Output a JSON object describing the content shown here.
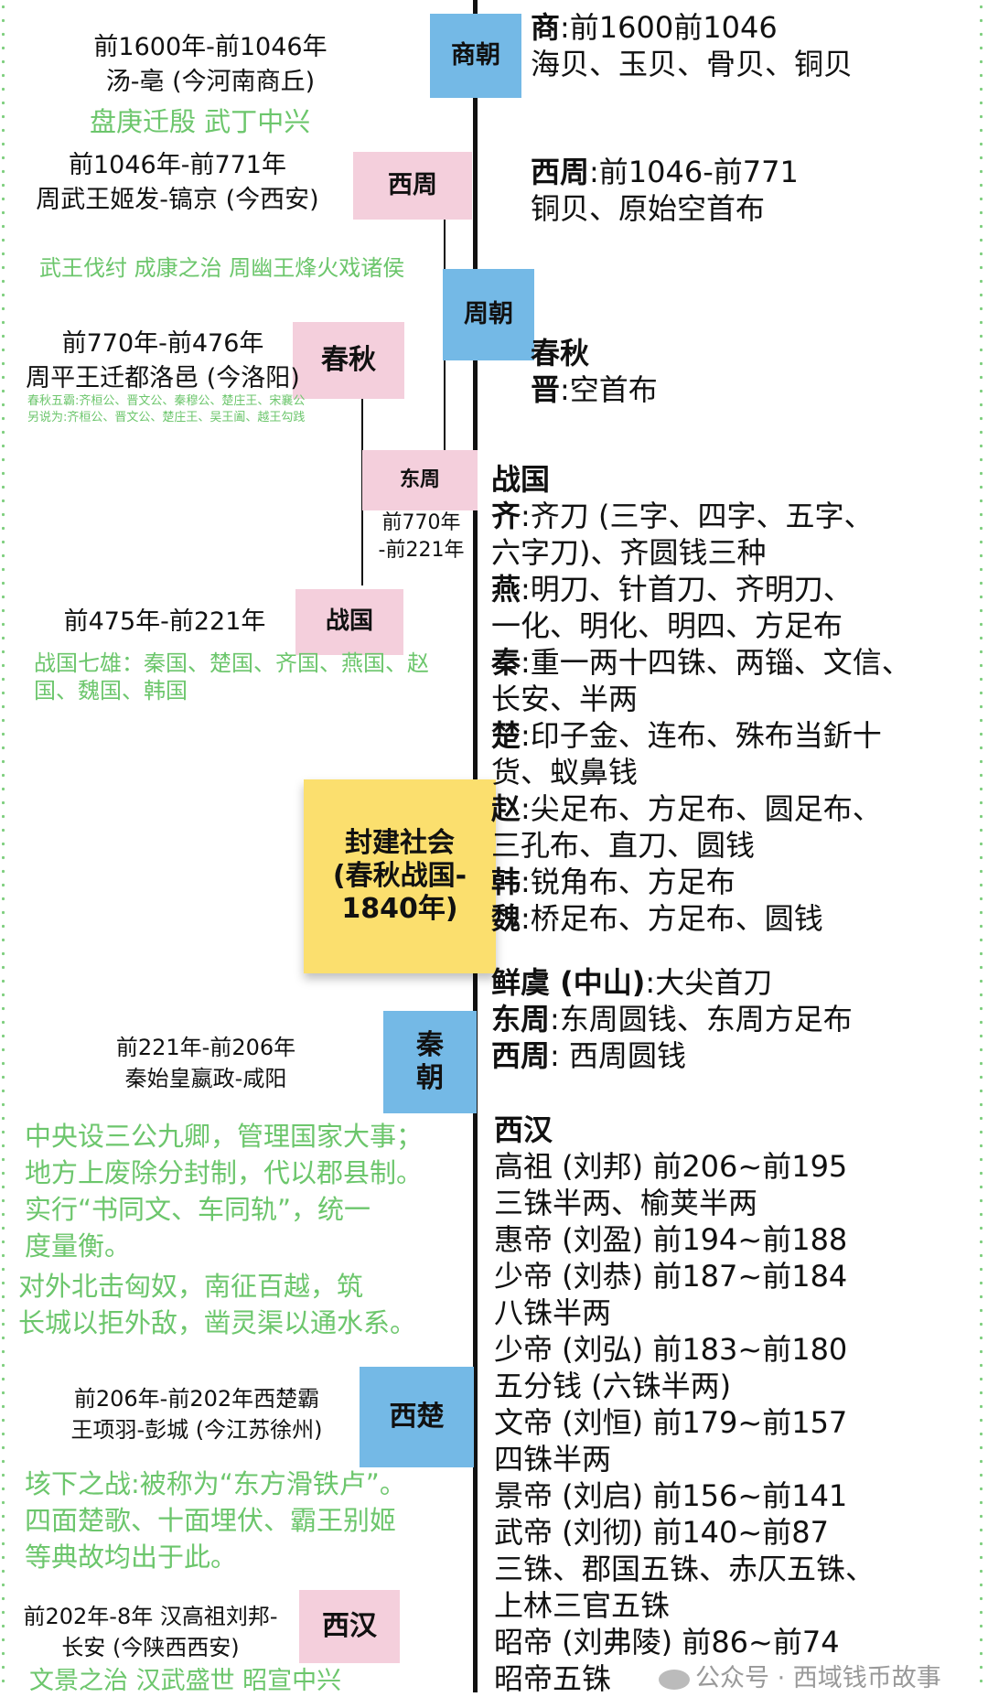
{
  "boxes": {
    "shang": "商朝",
    "xizhou": "西周",
    "zhou": "周朝",
    "chunqiu": "春秋",
    "dongzhou": "东周",
    "zhanguo": "战国",
    "feudal": [
      "封建社会",
      "(春秋战国-",
      "1840年)"
    ],
    "qin": [
      "秦",
      "朝"
    ],
    "xichu": "西楚",
    "xihan": "西汉"
  },
  "left": {
    "shang": [
      "前1600年-前1046年",
      "汤-亳 (今河南商丘)"
    ],
    "shang_green": "盘庚迁殷 武丁中兴",
    "xizhou": [
      "前1046年-前771年",
      "周武王姬发-镐京 (今西安)"
    ],
    "xizhou_green": "武王伐纣 成康之治 周幽王烽火戏诸侯",
    "chunqiu": [
      "前770年-前476年",
      "周平王迁都洛邑 (今洛阳)"
    ],
    "chunqiu_small": [
      "春秋五霸:齐桓公、晋文公、秦穆公、楚庄王、宋襄公",
      "另说为:齐桓公、晋文公、楚庄王、吴王阖、越王勾践"
    ],
    "dongzhou_date": [
      "前770年",
      "-前221年"
    ],
    "zhanguo": "前475年-前221年",
    "zhanguo_green": [
      "战国七雄：秦国、楚国、齐国、燕国、赵",
      "国、魏国、韩国"
    ],
    "qin": [
      "前221年-前206年",
      "秦始皇嬴政-咸阳"
    ],
    "qin_green": [
      "中央设三公九卿，管理国家大事；",
      "地方上废除分封制，代以郡县制。",
      "实行“书同文、车同轨”，统一",
      "度量衡。"
    ],
    "qin_green2": [
      "对外北击匈奴，南征百越，筑",
      "长城以拒外敌，凿灵渠以通水系。"
    ],
    "xichu": [
      "前206年-前202年西楚霸",
      "王项羽-彭城 (今江苏徐州)"
    ],
    "xichu_green": [
      "垓下之战:被称为“东方滑铁卢”。",
      "四面楚歌、十面埋伏、霸王别姬",
      "等典故均出于此。"
    ],
    "xihan": [
      "前202年-8年 汉高祖刘邦-",
      "长安 (今陕西西安)"
    ],
    "xihan_green": "文景之治 汉武盛世 昭宣中兴"
  },
  "right": {
    "shang": [
      [
        "商",
        ":前1600前1046"
      ],
      [
        "",
        "海贝、玉贝、骨贝、铜贝"
      ]
    ],
    "xizhou": [
      [
        "西周",
        ":前1046-前771"
      ],
      [
        "",
        "铜贝、原始空首布"
      ]
    ],
    "chunqiu": [
      [
        "春秋",
        ""
      ],
      [
        "晋",
        ":空首布"
      ]
    ],
    "zhanguo": [
      [
        "战国",
        ""
      ],
      [
        "齐",
        ":齐刀 (三字、四字、五字、"
      ],
      [
        "",
        "六字刀)、齐圆钱三种"
      ],
      [
        "燕",
        ":明刀、针首刀、齐明刀、"
      ],
      [
        "",
        "一化、明化、明四、方足布"
      ],
      [
        "秦",
        ":重一两十四铢、两锱、文信、"
      ],
      [
        "",
        "长安、半两"
      ],
      [
        "楚",
        ":印子金、连布、殊布当釿十"
      ],
      [
        "",
        "货、蚁鼻钱"
      ],
      [
        "赵",
        ":尖足布、方足布、圆足布、"
      ],
      [
        "",
        "三孔布、直刀、圆钱"
      ],
      [
        "韩",
        ":锐角布、方足布"
      ],
      [
        "魏",
        ":桥足布、方足布、圆钱"
      ]
    ],
    "zhanguo2": [
      [
        "鲜虞 (中山)",
        ":大尖首刀"
      ],
      [
        "东周",
        ":东周圆钱、东周方足布"
      ],
      [
        "西周",
        ":  西周圆钱"
      ]
    ],
    "xihan": [
      [
        "西汉",
        ""
      ],
      [
        "",
        "高祖 (刘邦) 前206~前195"
      ],
      [
        "",
        "三铢半两、榆荚半两"
      ],
      [
        "",
        "惠帝 (刘盈) 前194~前188"
      ],
      [
        "",
        "少帝 (刘恭) 前187~前184"
      ],
      [
        "",
        "八铢半两"
      ],
      [
        "",
        "少帝 (刘弘) 前183~前180"
      ],
      [
        "",
        "五分钱 (六铢半两)"
      ],
      [
        "",
        "文帝 (刘恒) 前179~前157"
      ],
      [
        "",
        "四铢半两"
      ],
      [
        "",
        "景帝 (刘启) 前156~前141"
      ],
      [
        "",
        "武帝 (刘彻) 前140~前87"
      ],
      [
        "",
        "三铢、郡国五铢、赤仄五铢、"
      ],
      [
        "",
        "上林三官五铢"
      ],
      [
        "",
        "昭帝 (刘弗陵) 前86~前74"
      ],
      [
        "",
        "昭帝五铢"
      ]
    ]
  },
  "watermark": "公众号 · 西域钱币故事"
}
